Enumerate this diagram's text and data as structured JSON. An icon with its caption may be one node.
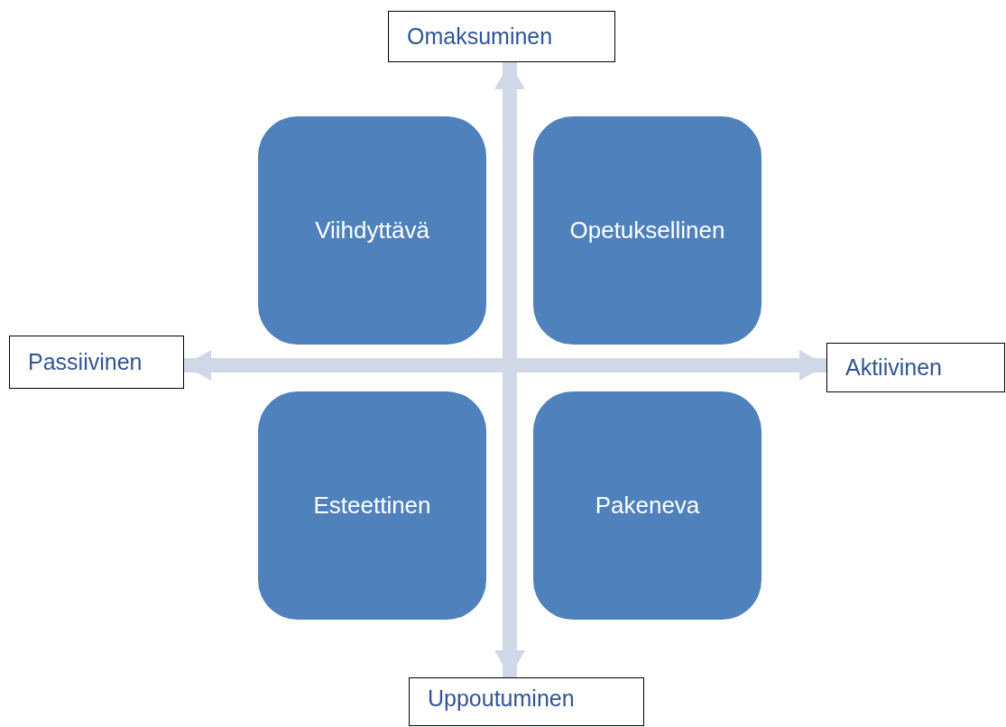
{
  "diagram": {
    "nodes": [
      {
        "text": [
          "Omaksuminen"
        ]
      },
      {
        "text": [
          "Viihdyttävä"
        ]
      },
      {
        "text": [
          "Opetuksellinen"
        ]
      },
      {
        "text": [
          "Passiivinen"
        ]
      },
      {
        "text": [
          "Aktiivinen"
        ]
      },
      {
        "text": [
          "Esteettinen"
        ]
      },
      {
        "text": [
          "Pakeneva"
        ]
      },
      {
        "text": [
          "Uppoutuminen"
        ]
      }
    ],
    "edges": [
      {
        "from": 7,
        "to": 0,
        "arrow": "both"
      },
      {
        "from": 3,
        "to": 4,
        "arrow": "both"
      }
    ]
  }
}
